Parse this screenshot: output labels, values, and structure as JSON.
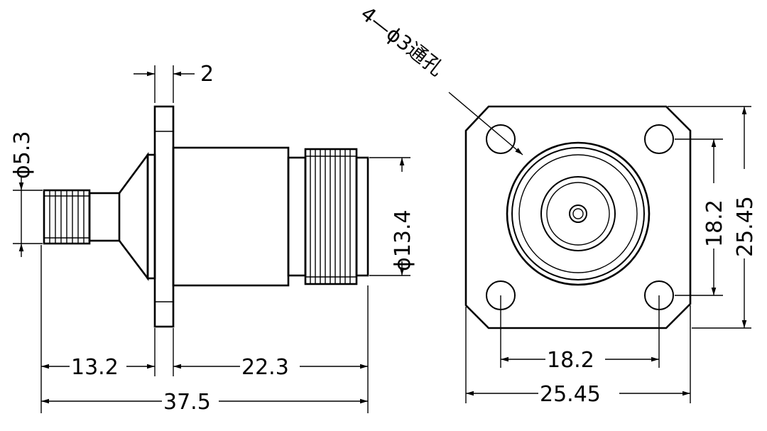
{
  "dimensions": {
    "flange_thickness": "2",
    "small_diameter": "ϕ5.3",
    "large_diameter": "ϕ13.4",
    "left_length": "13.2",
    "right_length": "22.3",
    "total_length": "37.5",
    "hole_spacing_vertical": "18.2",
    "flange_height": "25.45",
    "hole_spacing_horizontal": "18.2",
    "flange_width": "25.45"
  },
  "callout": {
    "hole_note": "4—ϕ3通孔"
  }
}
